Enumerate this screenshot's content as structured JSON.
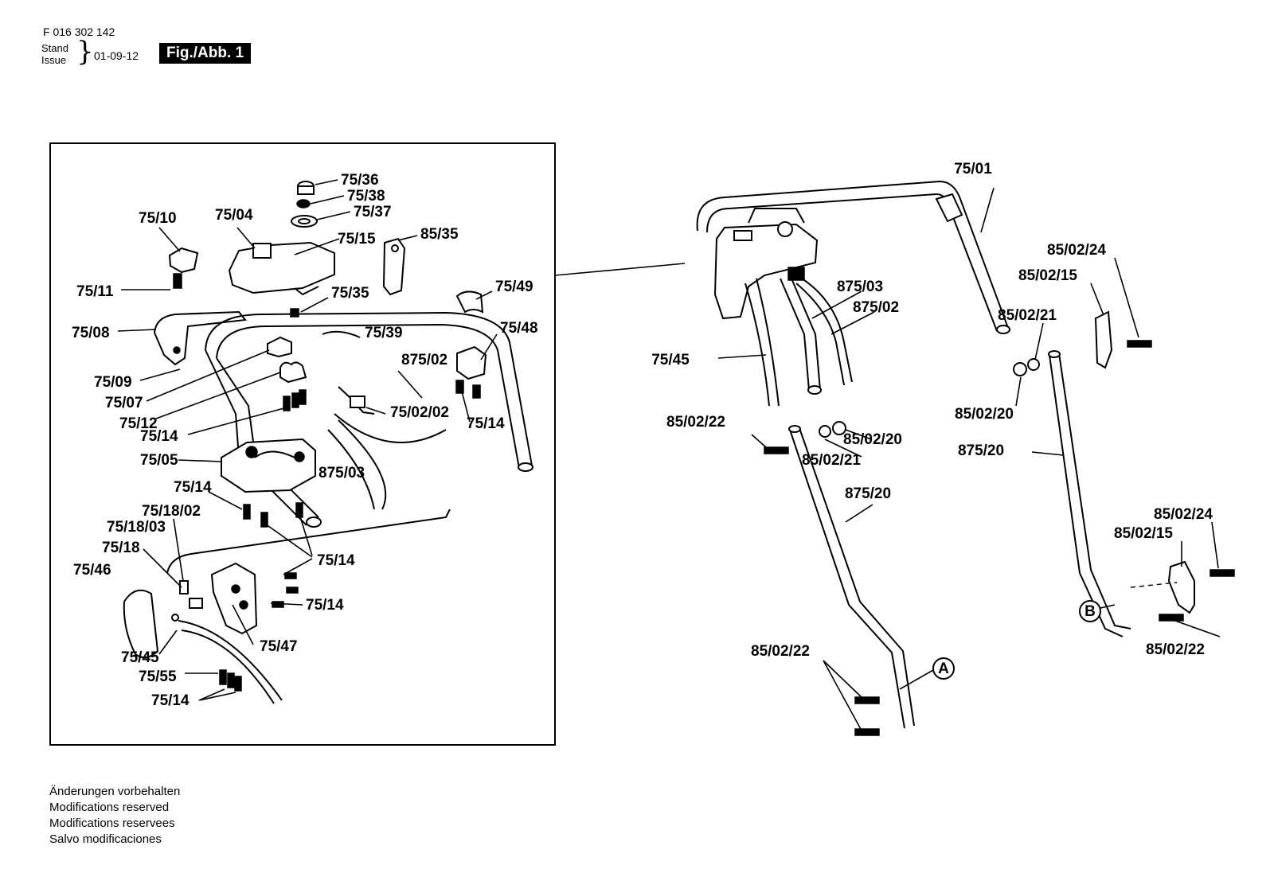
{
  "header": {
    "doc_number": "F 016 302 142",
    "stand_label": "Stand",
    "issue_label": "Issue",
    "date": "01-09-12",
    "figure_badge": "Fig./Abb. 1"
  },
  "detail_labels": [
    "75/36",
    "75/38",
    "75/37",
    "75/10",
    "75/04",
    "75/15",
    "85/35",
    "75/11",
    "75/35",
    "75/49",
    "75/08",
    "75/39",
    "75/48",
    "875/02",
    "75/09",
    "75/07",
    "75/12",
    "75/02/02",
    "75/14",
    "75/14",
    "75/05",
    "875/03",
    "75/14",
    "75/18/02",
    "75/18/03",
    "75/18",
    "75/14",
    "75/46",
    "75/14",
    "75/47",
    "75/45",
    "75/55",
    "75/14"
  ],
  "main_labels": [
    "75/01",
    "85/02/24",
    "85/02/15",
    "85/02/21",
    "875/03",
    "875/02",
    "75/45",
    "85/02/20",
    "875/20",
    "85/02/22",
    "85/02/20",
    "85/02/21",
    "875/20",
    "85/02/24",
    "85/02/15",
    "85/02/22",
    "85/02/22"
  ],
  "callouts": [
    "A",
    "B"
  ],
  "footer": {
    "lines": [
      "Änderungen vorbehalten",
      "Modifications reserved",
      "Modifications reservees",
      "Salvo modificaciones"
    ]
  }
}
